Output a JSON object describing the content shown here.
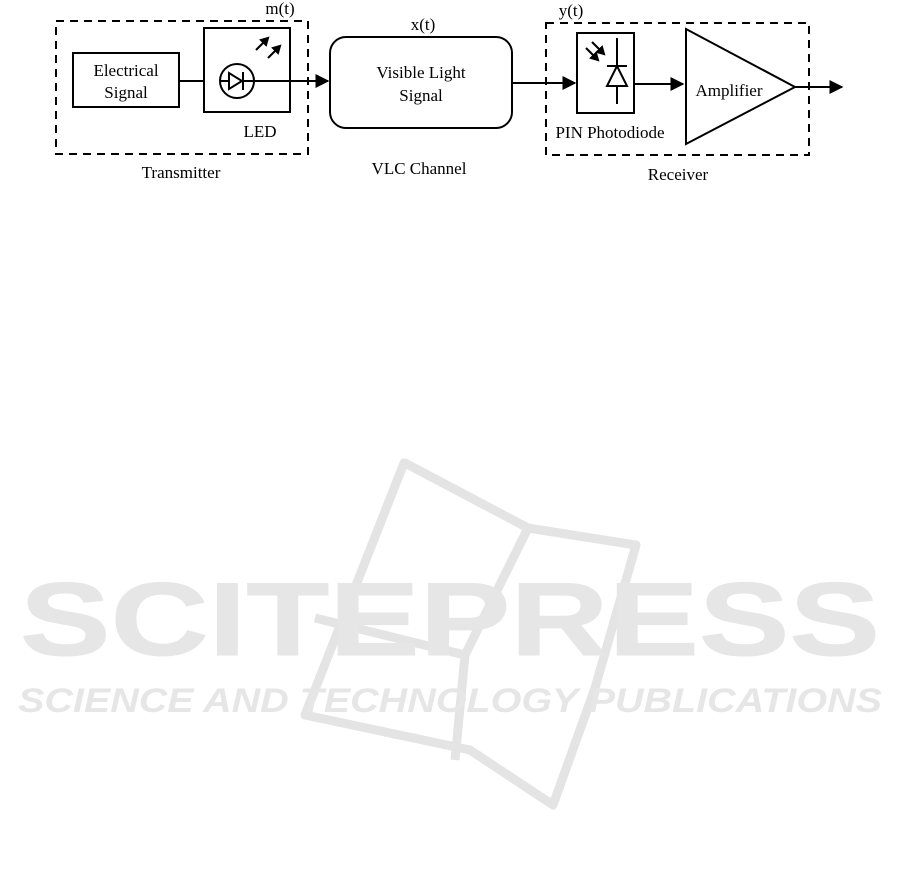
{
  "diagram": {
    "transmitter": {
      "label": "Transmitter",
      "signal_out": "m(t)",
      "electrical_signal": {
        "line1": "Electrical",
        "line2": "Signal"
      },
      "led": {
        "label": "LED"
      }
    },
    "channel": {
      "label": "VLC Channel",
      "signal_in": "x(t)",
      "box": {
        "line1": "Visible Light",
        "line2": "Signal"
      }
    },
    "receiver": {
      "label": "Receiver",
      "signal_in": "y(t)",
      "photodiode": {
        "label": "PIN Photodiode"
      },
      "amplifier": {
        "label": "Amplifier"
      }
    }
  },
  "watermark": {
    "title": "SCITEPRESS",
    "subtitle": "SCIENCE AND TECHNOLOGY PUBLICATIONS",
    "color": "#e6e6e6"
  }
}
